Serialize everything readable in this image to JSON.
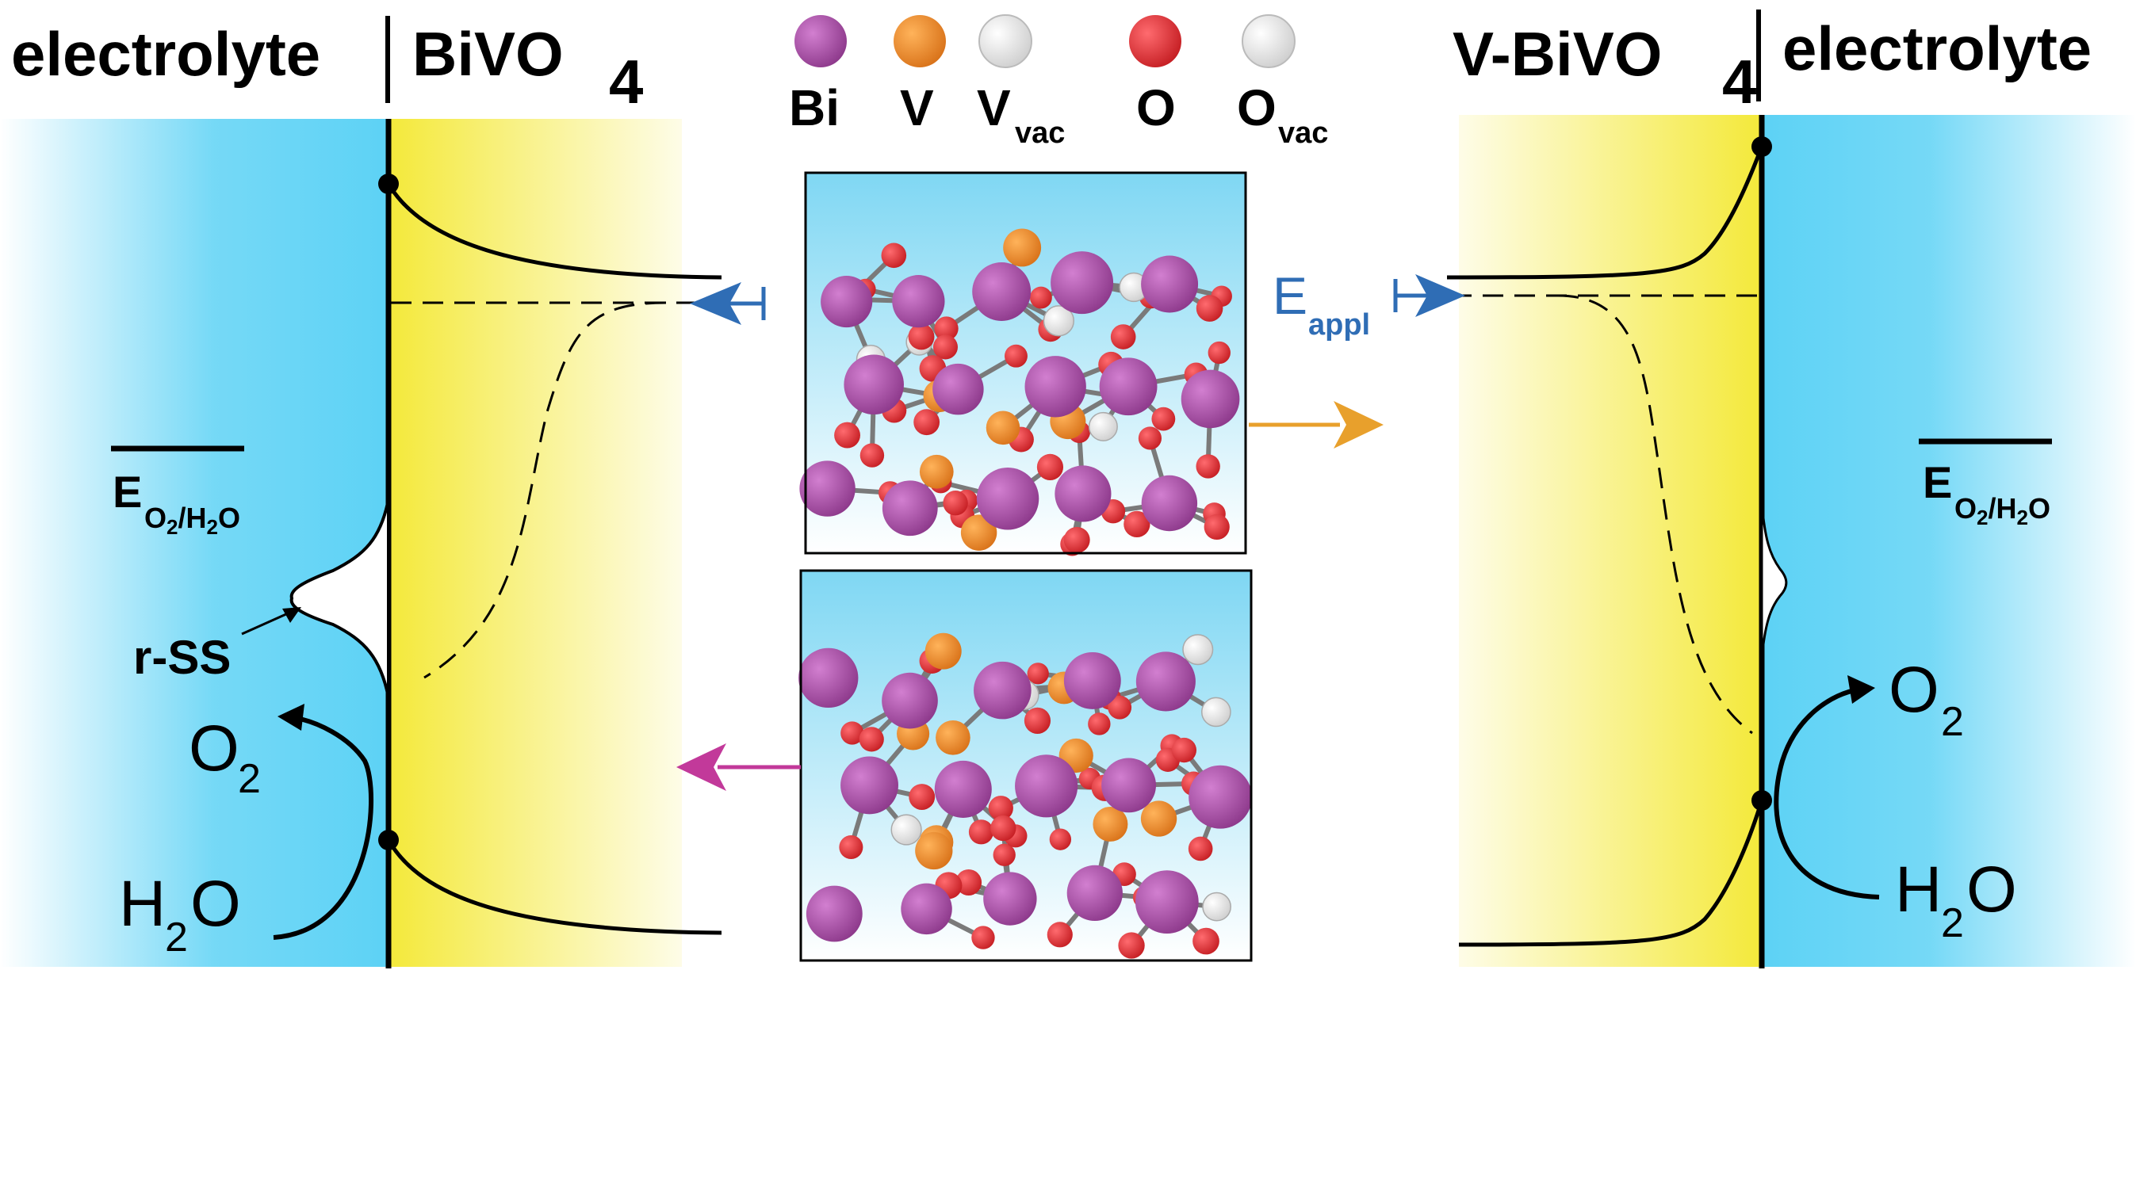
{
  "left_panel": {
    "electrolyte_label": "electrolyte",
    "material_main": "BiVO",
    "material_sub": "4",
    "energy_label_main": "E",
    "energy_label_sub": "O2/H2O",
    "surface_state_label": "r-SS",
    "product_main": "O",
    "product_sub": "2",
    "reactant_main": "H",
    "reactant_sub": "2",
    "reactant_tail": "O"
  },
  "right_panel": {
    "material_main": "V-BiVO",
    "material_sub": "4",
    "electrolyte_label": "electrolyte",
    "energy_label_main": "E",
    "energy_label_sub": "O2/H2O",
    "product_main": "O",
    "product_sub": "2",
    "reactant_main": "H",
    "reactant_sub": "2",
    "reactant_tail": "O"
  },
  "legend": [
    {
      "symbol": "Bi",
      "sub": "",
      "color": "#a84aa6"
    },
    {
      "symbol": "V",
      "sub": "",
      "color": "#f08a24"
    },
    {
      "symbol": "V",
      "sub": "vac",
      "color": "#ffffff"
    },
    {
      "symbol": "O",
      "sub": "",
      "color": "#e8363b"
    },
    {
      "symbol": "O",
      "sub": "vac",
      "color": "#ffffff"
    }
  ],
  "applied_bias": {
    "main": "E",
    "sub": "appl",
    "color": "#2f6db5"
  },
  "colors": {
    "electrolyte": "#5dd2f5",
    "semiconductor": "#f4e93a",
    "bias_arrow": "#2f6db5",
    "orange_arrow": "#e8a02c",
    "magenta_arrow": "#c2399a"
  }
}
